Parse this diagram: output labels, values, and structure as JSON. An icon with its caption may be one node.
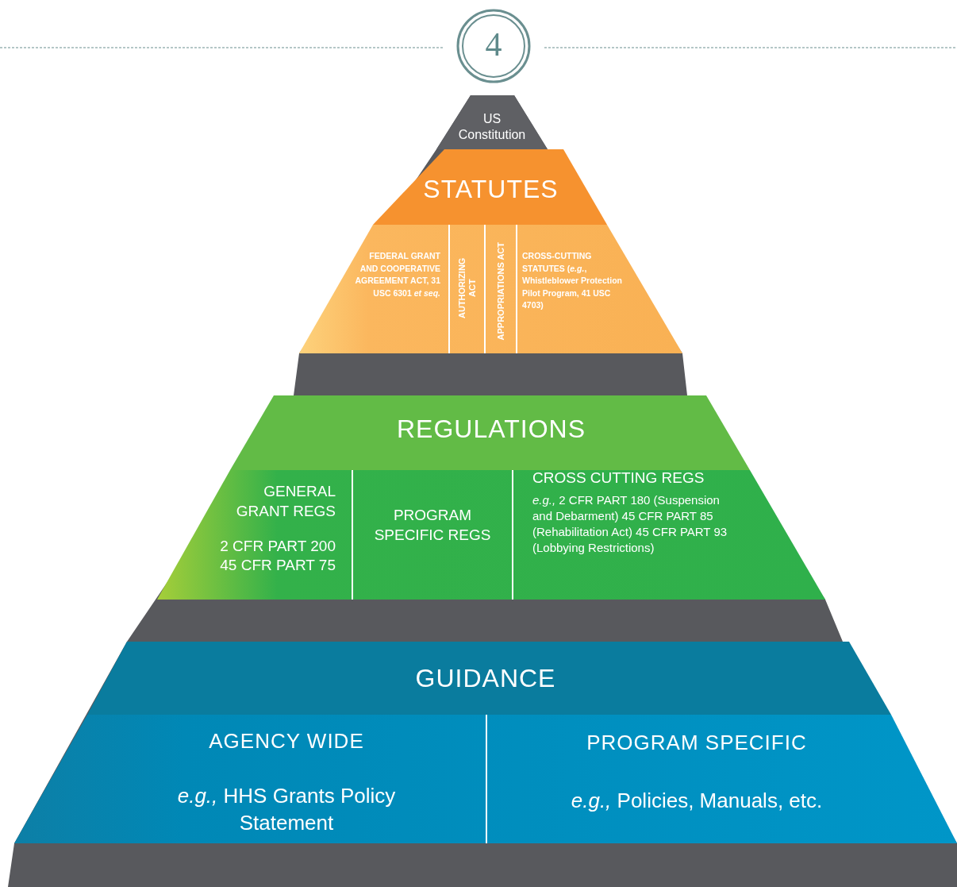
{
  "diagram": {
    "nodes": [
      {
        "text": [
          "4"
        ]
      },
      {
        "text": [
          "US Constitution"
        ]
      },
      {
        "text": [
          "STATUTES"
        ]
      },
      {
        "text": [
          "FEDERAL GRANT AND COOPERATIVE AGREEMENT ACT, 31 USC 6301 *et seq.*"
        ],
        "in": 2
      },
      {
        "text": [
          "AUTHORIZING ACT"
        ],
        "in": 2
      },
      {
        "text": [
          "APPROPRIATIONS ACT"
        ],
        "in": 2
      },
      {
        "text": [
          "CROSS-CUTTING STATUTES (*e.g.*, Whistleblower Protection Pilot Program, 41 USC 4703)"
        ],
        "in": 2
      },
      {
        "text": [
          "REGULATIONS"
        ]
      },
      {
        "text": [
          "GENERAL GRANT REGS",
          "2 CFR PART 200 45 CFR PART 75"
        ],
        "in": 7
      },
      {
        "text": [
          "PROGRAM SPECIFIC REGS"
        ],
        "in": 7
      },
      {
        "text": [
          "CROSS CUTTING REGS",
          "*e.g.,* 2 CFR PART 180 (Suspension and Debarment) 45 CFR PART 85 (Rehabilitation Act) 45 CFR PART 93 (Lobbying Restrictions)"
        ],
        "in": 7
      },
      {
        "text": [
          "GUIDANCE"
        ]
      },
      {
        "text": [
          "AGENCY WIDE",
          "*e.g.,* HHS Grants Policy Statement"
        ],
        "in": 11
      },
      {
        "text": [
          "PROGRAM SPECIFIC",
          "*e.g.,* Policies, Manuals, etc."
        ],
        "in": 11
      }
    ]
  }
}
